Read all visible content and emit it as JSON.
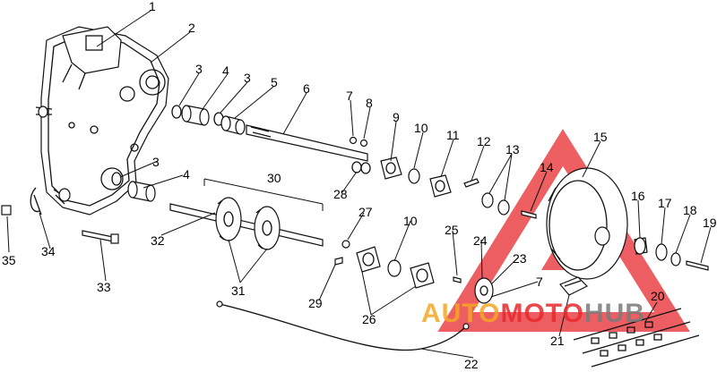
{
  "callouts": [
    "1",
    "2",
    "3",
    "4",
    "3",
    "5",
    "6",
    "7",
    "8",
    "9",
    "10",
    "11",
    "12",
    "13",
    "14",
    "15",
    "16",
    "17",
    "18",
    "19",
    "3",
    "4",
    "30",
    "28",
    "27",
    "10",
    "25",
    "24",
    "23",
    "7",
    "32",
    "31",
    "29",
    "26",
    "35",
    "34",
    "33",
    "21",
    "20",
    "22"
  ],
  "watermark": {
    "word_a": "AUTO",
    "word_b": "MOTO",
    "word_c": "HUB",
    "color_a": "#f4a623",
    "color_b": "#e8292e",
    "color_c": "#7a7a7a",
    "triangle_color": "#e8292e"
  }
}
